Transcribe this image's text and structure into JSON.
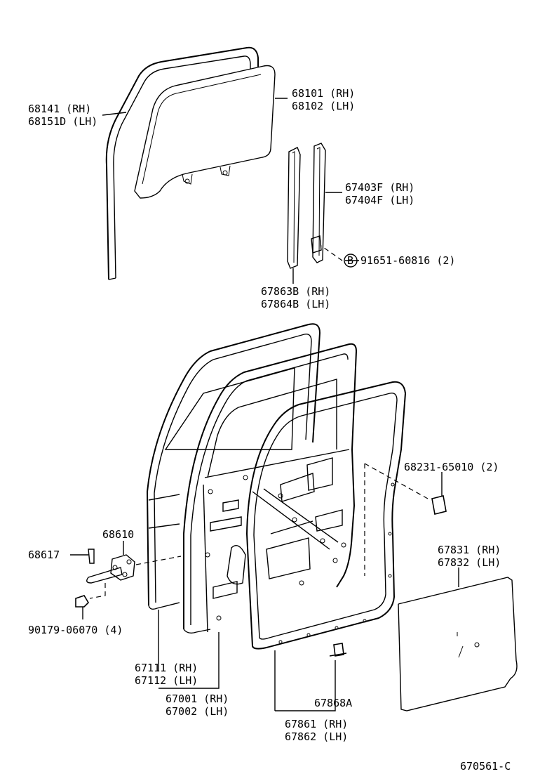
{
  "labels": {
    "l68141": "68141  (RH)",
    "l68151d": "68151D (LH)",
    "l68101": "68101 (RH)",
    "l68102": "68102 (LH)",
    "l67403f": "67403F (RH)",
    "l67404f": "67404F (LH)",
    "bolt_marker": "B",
    "l91651": "91651-60816 (2)",
    "l67863b": "67863B (RH)",
    "l67864b": "67864B (LH)",
    "l68231": "68231-65010 (2)",
    "l68610": "68610",
    "l68617": "68617",
    "l67831": "67831 (RH)",
    "l67832": "67832 (LH)",
    "l90179": "90179-06070 (4)",
    "l67111": "67111 (RH)",
    "l67112": "67112 (LH)",
    "l67001": "67001 (RH)",
    "l67002": "67002 (LH)",
    "l67868a": "67868A",
    "l67861": "67861 (RH)",
    "l67862": "67862 (LH)",
    "diagram_code": "670561-C"
  }
}
